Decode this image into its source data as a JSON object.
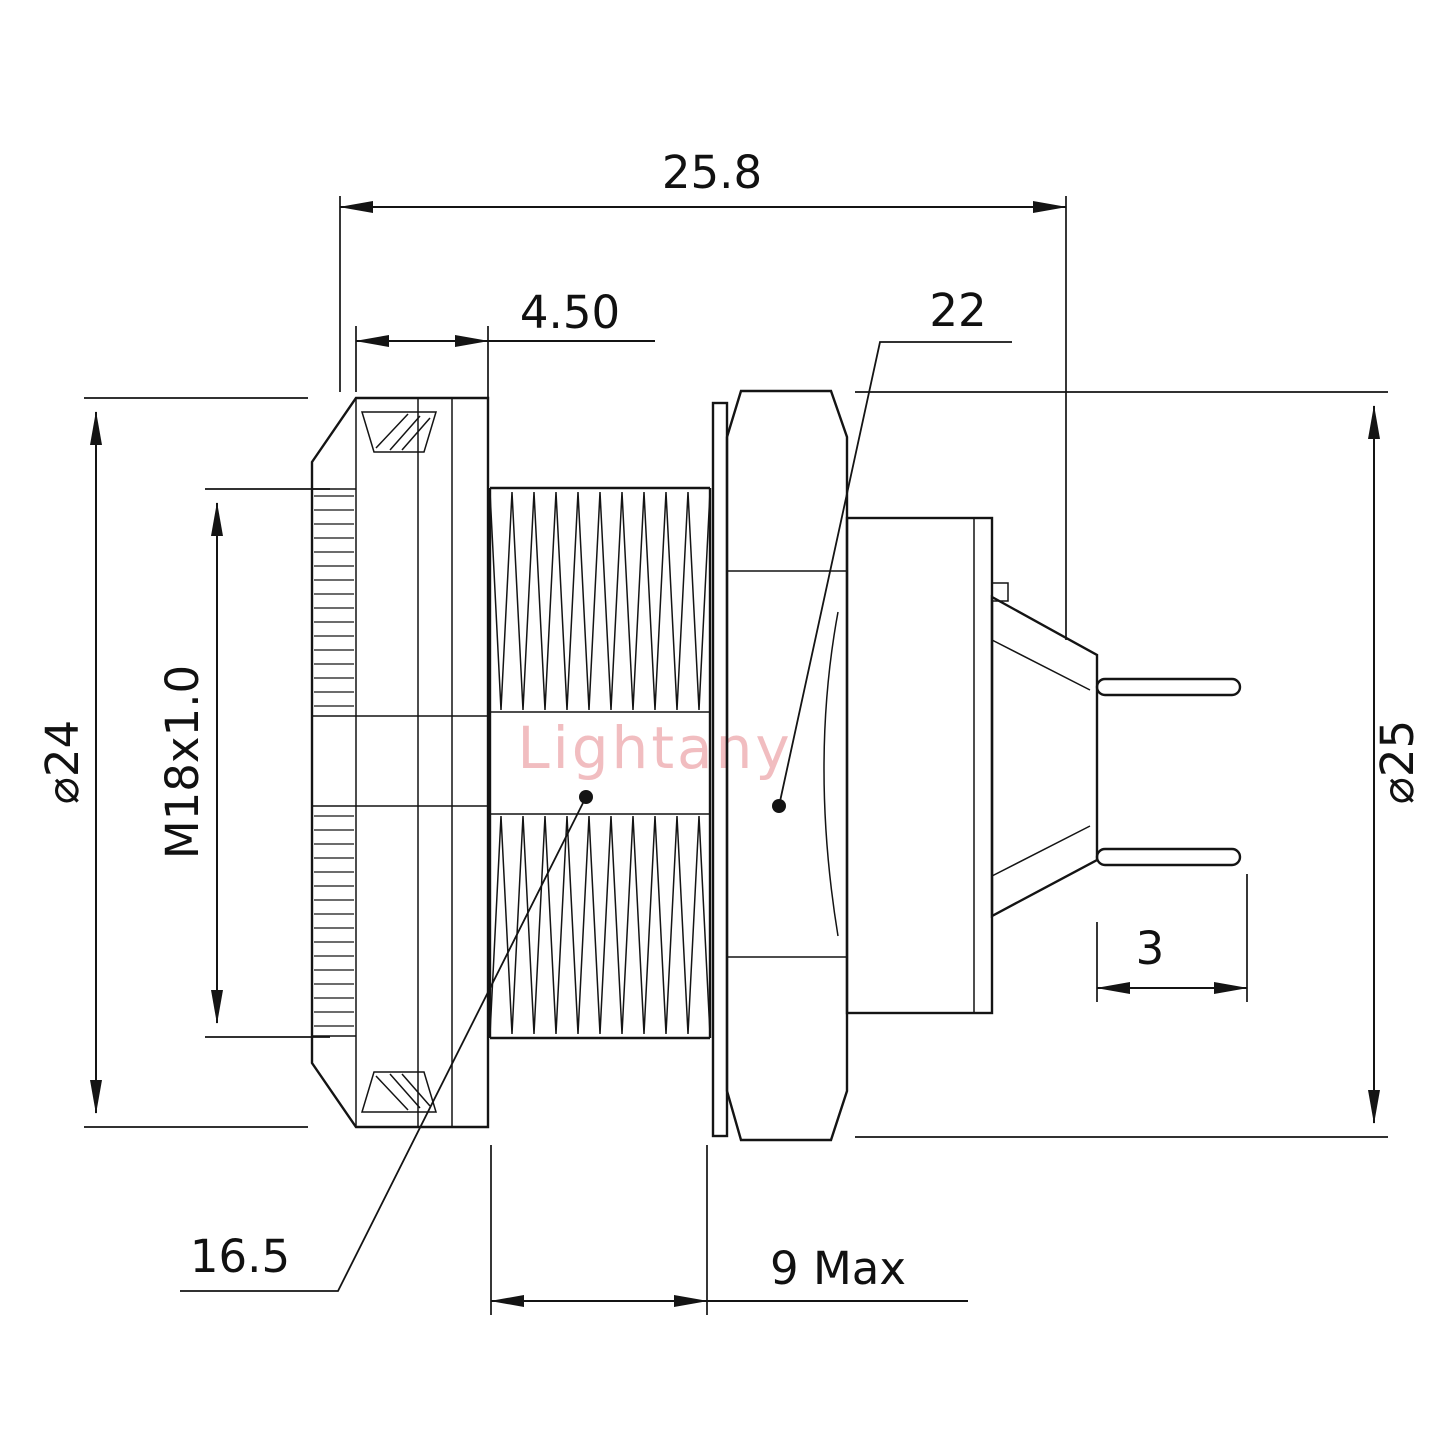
{
  "watermark": {
    "text": "Lightany",
    "color": "#f0b6ba"
  },
  "dimensions": {
    "overall_length": "25.8",
    "flange_width": "4.50",
    "hex_across_flats": "22",
    "front_outer_diameter": "⌀24",
    "thread_spec": "M18x1.0",
    "rear_outer_diameter": "⌀25",
    "pin_protrusion": "3",
    "thread_length": "16.5",
    "rear_body_length": "9 Max"
  },
  "colors": {
    "line": "#141414",
    "text": "#111111",
    "watermark": "#f0b6ba"
  }
}
